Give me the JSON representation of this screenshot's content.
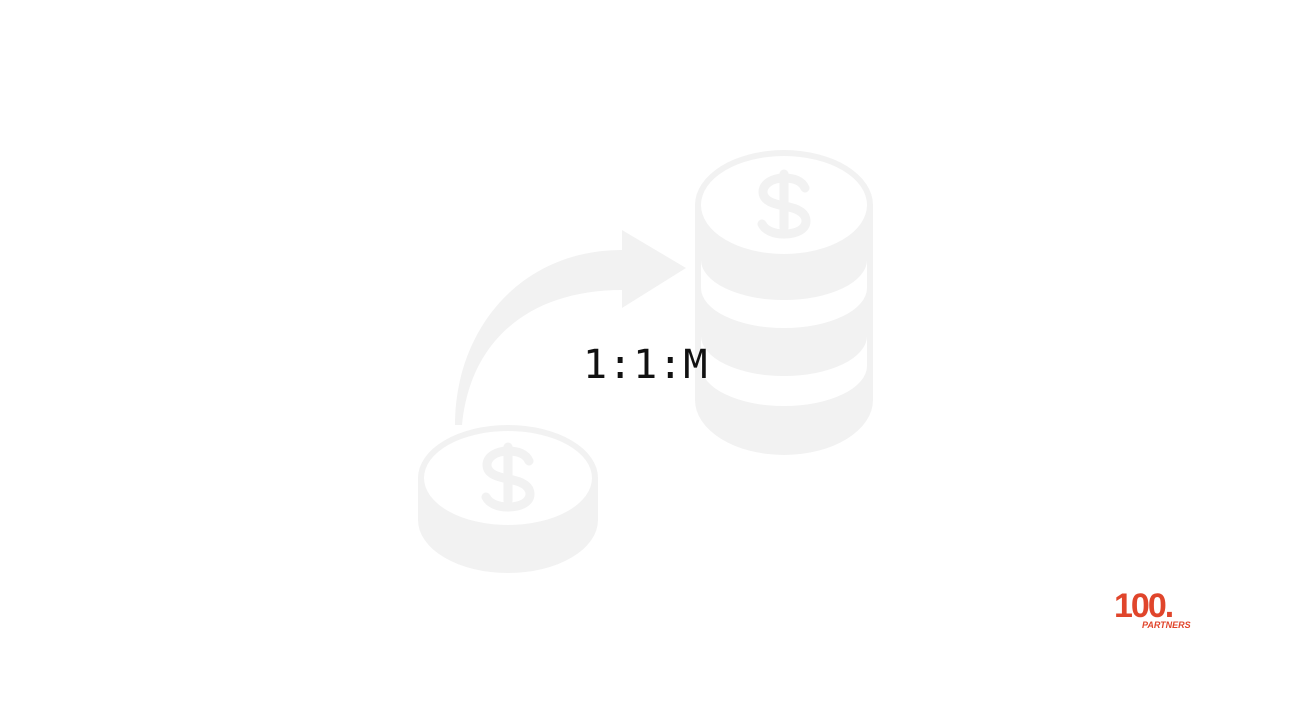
{
  "slide": {
    "ratio_text": "1:1:M"
  },
  "logo": {
    "number": "100.",
    "word": "PARTNERS",
    "brand_color": "#e0452b"
  },
  "illustration": {
    "icon": "coins-growth-icon",
    "color": "#f2f2f2",
    "inner_color": "#ffffff"
  }
}
